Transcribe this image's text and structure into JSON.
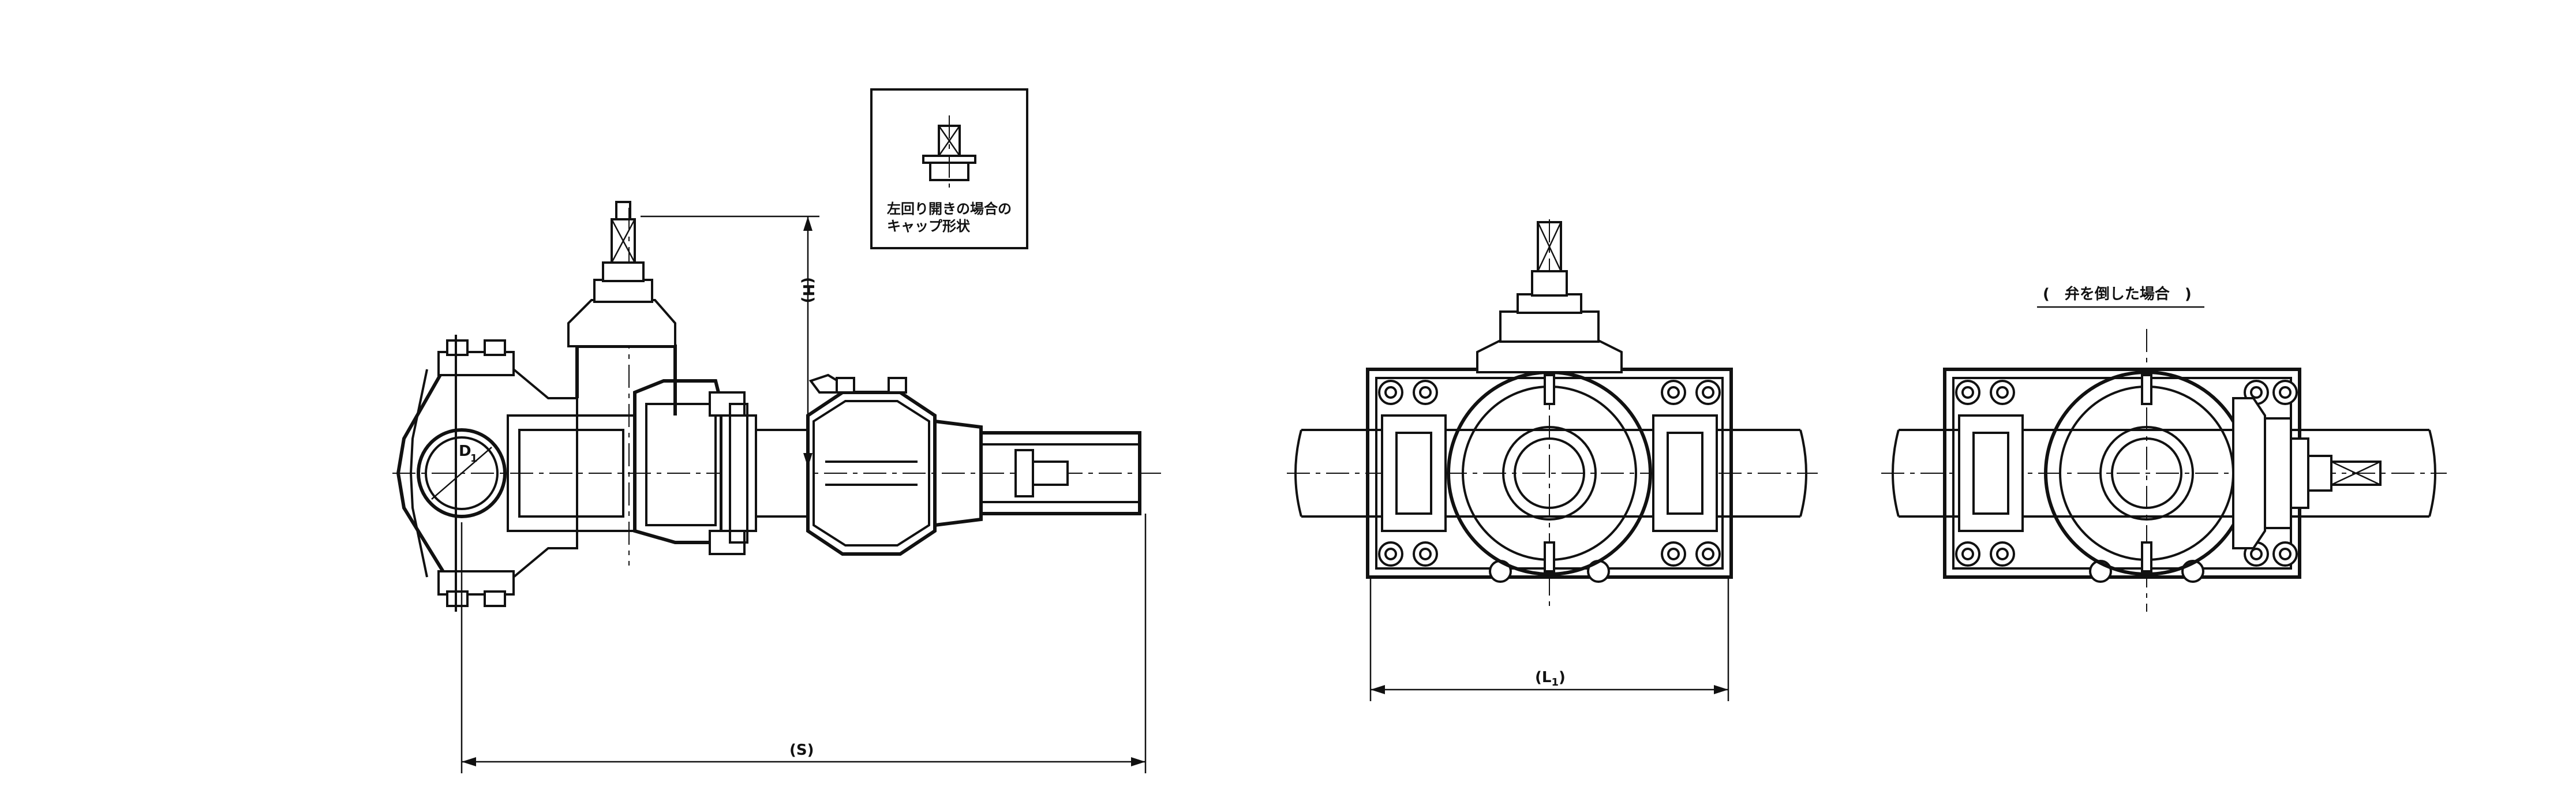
{
  "dimensions": {
    "h_label": "(H)",
    "s_label": "(S)",
    "l1_label": "(L",
    "l1_sub": "1",
    "l1_close": ")",
    "d1_label": "D",
    "d1_sub": "1"
  },
  "inset": {
    "line1": "左回り開きの場合の",
    "line2": "キャップ形状"
  },
  "side_note": "(　弁を倒した場合　)"
}
